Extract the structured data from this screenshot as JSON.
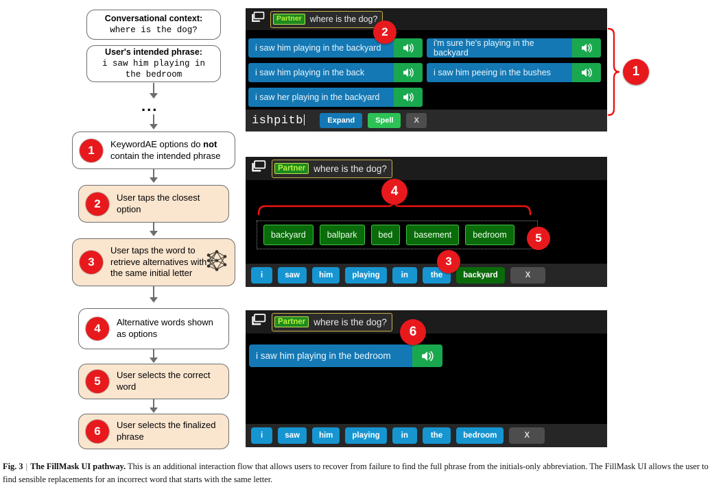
{
  "flow": {
    "context_box": {
      "title": "Conversational context:",
      "value": "where is the dog?"
    },
    "intended_box": {
      "title": "User's intended phrase:",
      "value": "i saw him playing in\nthe bedroom"
    },
    "ellipsis": "...",
    "steps": [
      {
        "number": "1",
        "text_parts": [
          "KeywordAE options do ",
          "not",
          " contain the intended phrase"
        ],
        "text": "KeywordAE options do not contain the intended phrase",
        "fill": "white",
        "icon": ""
      },
      {
        "number": "2",
        "text": "User taps the closest option",
        "fill": "peach",
        "icon": ""
      },
      {
        "number": "3",
        "text": "User taps the word to retrieve alternatives with the same initial letter",
        "fill": "peach",
        "icon": "neural-network-icon"
      },
      {
        "number": "4",
        "text": "Alternative words shown as options",
        "fill": "white",
        "icon": ""
      },
      {
        "number": "5",
        "text": "User selects the correct word",
        "fill": "peach",
        "icon": ""
      },
      {
        "number": "6",
        "text": "User selects the finalized phrase",
        "fill": "peach",
        "icon": ""
      }
    ]
  },
  "panels": [
    {
      "id": "keywordae-options-panel",
      "context": {
        "speaker_tag": "Partner",
        "phrase": "where is the dog?"
      },
      "options": [
        "i saw him playing in the backyard",
        "i'm sure he's playing in the backyard",
        "i saw him playing in the back",
        "i saw him peeing in the bushes",
        "i saw her playing in the backyard"
      ],
      "speaker_icon": "speaker-icon",
      "toolbar": {
        "abbreviation": "ishpitb",
        "expand_label": "Expand",
        "spell_label": "Spell",
        "close_label": "X"
      },
      "markers": [
        "1",
        "2"
      ]
    },
    {
      "id": "fillmask-alternatives-panel",
      "context": {
        "speaker_tag": "Partner",
        "phrase": "where is the dog?"
      },
      "alternatives": [
        "backyard",
        "ballpark",
        "bed",
        "basement",
        "bedroom"
      ],
      "word_chips": [
        "i",
        "saw",
        "him",
        "playing",
        "in",
        "the",
        "backyard"
      ],
      "selected_word": "backyard",
      "close_label": "X",
      "markers": [
        "3",
        "4",
        "5"
      ]
    },
    {
      "id": "finalized-phrase-panel",
      "context": {
        "speaker_tag": "Partner",
        "phrase": "where is the dog?"
      },
      "final_phrase": "i saw him playing in the bedroom",
      "speaker_icon": "speaker-icon",
      "word_chips": [
        "i",
        "saw",
        "him",
        "playing",
        "in",
        "the",
        "bedroom"
      ],
      "close_label": "X",
      "markers": [
        "6"
      ]
    }
  ],
  "caption": {
    "figure_label": "Fig. 3",
    "separator": "|",
    "title": "The FillMask UI pathway.",
    "body": " This is an additional interaction flow that allows users to recover from failure to find the full phrase from the initials-only abbreviation. The FillMask UI allows the user to find sensible replacements for an incorrect word that starts with the same letter."
  },
  "colors": {
    "marker_red": "#e8191c",
    "option_blue": "#1478b4",
    "speaker_green": "#1aa84f",
    "alt_chip_green": "#0a6b0a",
    "peach": "#fae5cf",
    "panel_black": "#000000"
  }
}
